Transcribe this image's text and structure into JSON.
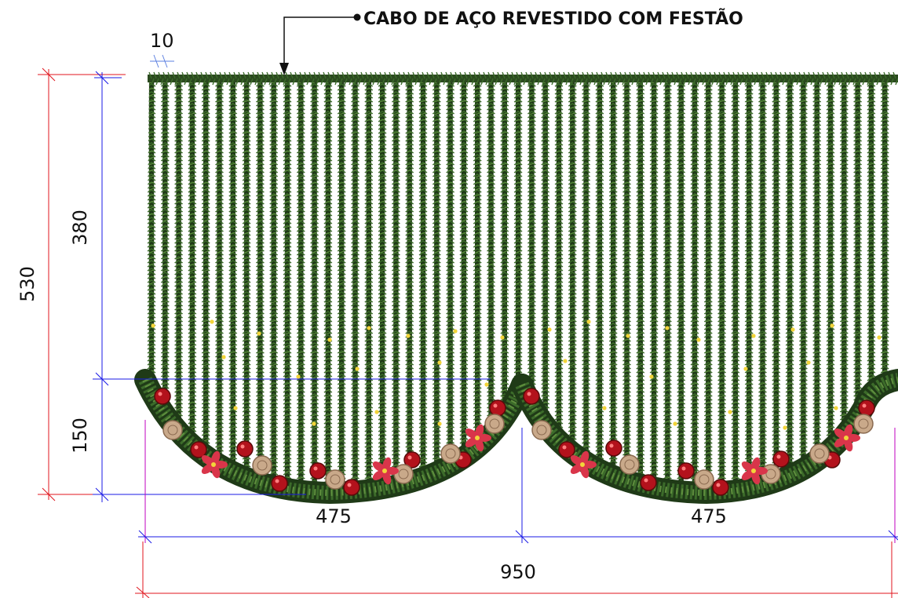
{
  "callout": {
    "label": "CABO DE AÇO REVESTIDO COM FESTÃO"
  },
  "dimensions": {
    "strand_spacing": "10",
    "curtain_height": "380",
    "total_height": "530",
    "scallop_depth": "150",
    "scallop_width_left": "475",
    "scallop_width_right": "475",
    "total_width": "950"
  },
  "colors": {
    "garland_dark": "#1f3a17",
    "garland_mid": "#3c6b2a",
    "garland_light": "#5f8f3e",
    "bauble_red": "#b3121c",
    "poinsettia": "#d9354a",
    "pinecone": "#c9a98a",
    "light_yellow": "#f2d43a",
    "dim_red": "#e0141c",
    "dim_blue": "#1a1ae6",
    "dim_magenta": "#c000c0"
  },
  "icons": [
    "arrow-down-icon",
    "bullet-dot-icon"
  ]
}
